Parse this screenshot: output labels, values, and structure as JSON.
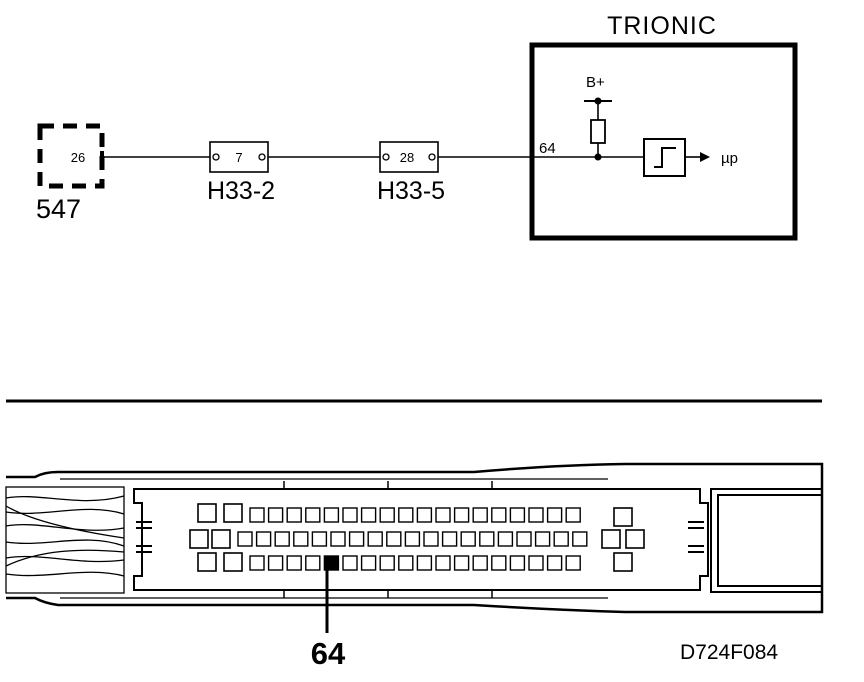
{
  "ecu": {
    "title": "TRIONIC",
    "supply_label": "B+",
    "pin_label": "64",
    "output_label": "µp"
  },
  "components": {
    "c547": {
      "pin": "26",
      "label": "547"
    },
    "h33_2": {
      "pin": "7",
      "label": "H33-2"
    },
    "h33_5": {
      "pin": "28",
      "label": "H33-5"
    }
  },
  "connector": {
    "callout": "64"
  },
  "figure_code": "D724F084"
}
